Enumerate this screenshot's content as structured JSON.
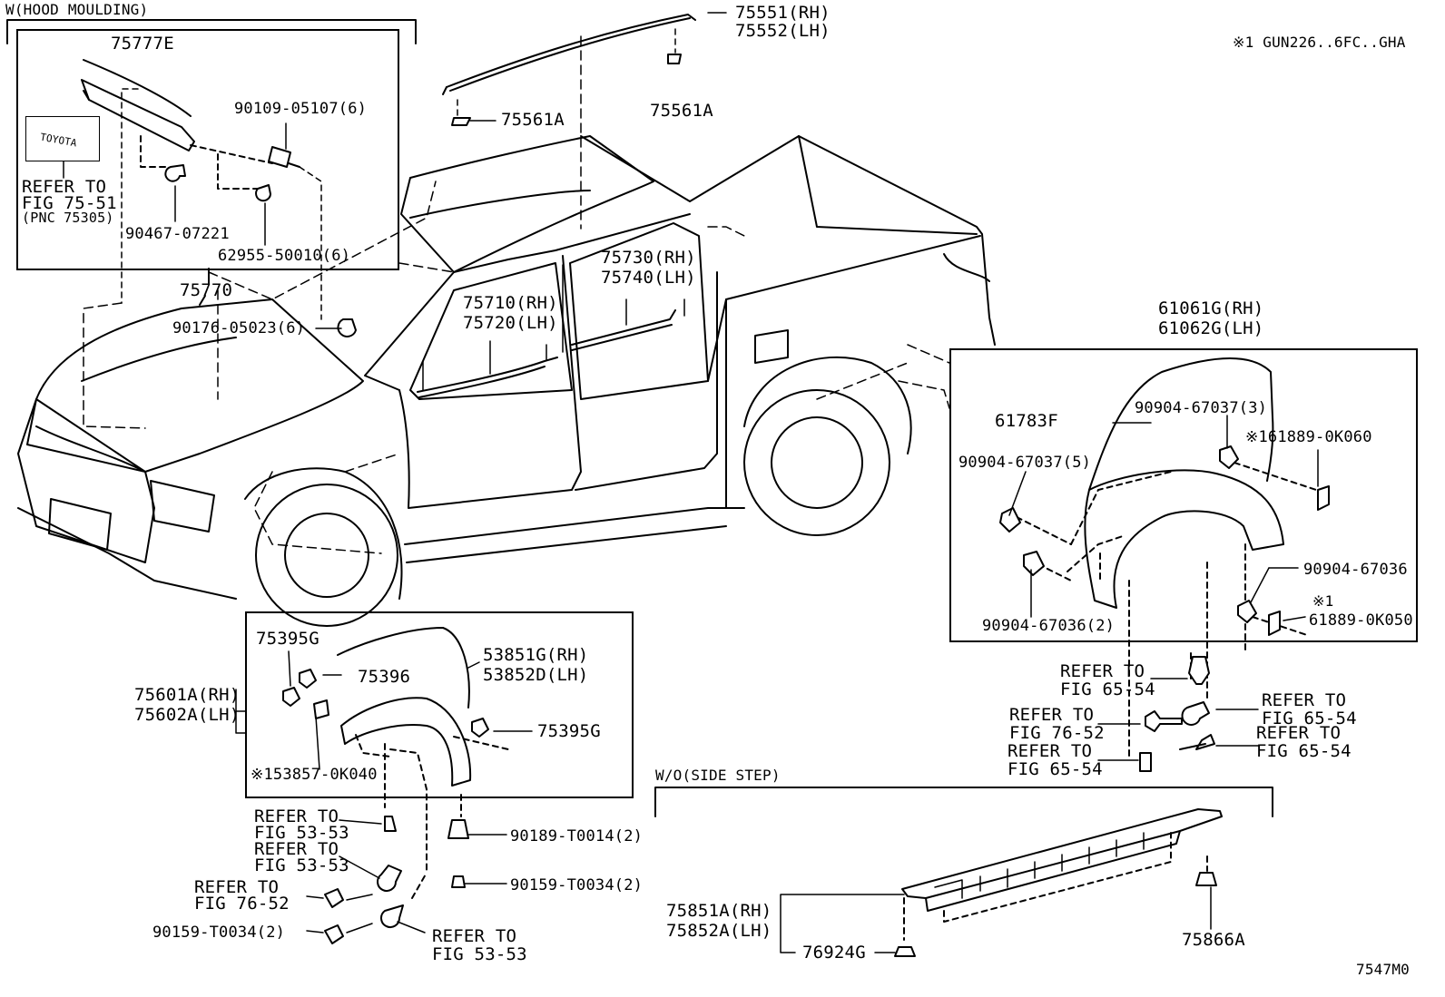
{
  "corner_note": "※1 GUN226..6FC..GHA",
  "figure_code": "7547M0",
  "groups": {
    "hood_moulding": "W(HOOD MOULDING)",
    "wo_side_step": "W/O(SIDE STEP)"
  },
  "hood_box": {
    "p75777E": "75777E",
    "p9010905107": "90109-05107(6)",
    "refer_to": "REFER TO",
    "fig": "FIG 75-51",
    "pnc": "(PNC 75305)",
    "p9046707221": "90467-07221",
    "p6295550010": "62955-50010(6)",
    "emblem_text": "TOYOTA"
  },
  "hood": {
    "p75770": "75770",
    "p9017605023": "90176-05023(6)"
  },
  "roof": {
    "rh": "75551(RH)",
    "lh": "75552(LH)",
    "clip_left": "75561A",
    "clip_right": "75561A"
  },
  "doors": {
    "front_rh": "75710(RH)",
    "front_lh": "75720(LH)",
    "rear_rh": "75730(RH)",
    "rear_lh": "75740(LH)"
  },
  "rear_flare": {
    "rh": "61061G(RH)",
    "lh": "61062G(LH)",
    "p61783F": "61783F",
    "p9090467037_3": "90904-67037(3)",
    "p6188900K060": "※161889-0K060",
    "p9090467037_5": "90904-67037(5)",
    "p9090467036": "90904-67036",
    "p9090467036_2": "90904-67036(2)",
    "mark1": "※1",
    "p6188900K050": "61889-0K050"
  },
  "rear_refs": {
    "r1_a": "REFER TO",
    "r1_b": "FIG 65-54",
    "r2_a": "REFER TO",
    "r2_b": "FIG 76-52",
    "r3_a": "REFER TO",
    "r3_b": "FIG 65-54",
    "r4_a": "REFER TO",
    "r4_b": "FIG 65-54",
    "r5_a": "REFER TO",
    "r5_b": "FIG 65-54"
  },
  "front_flare": {
    "p75395G_a": "75395G",
    "p75396": "75396",
    "rh": "75601A(RH)",
    "lh": "75602A(LH)",
    "p53851G": "53851G(RH)",
    "p53852D": "53852D(LH)",
    "p75395G_b": "75395G",
    "p1538570K040": "※153857-0K040"
  },
  "front_refs": {
    "a1": "REFER TO",
    "a2": "FIG 53-53",
    "b1": "REFER TO",
    "b2": "FIG 53-53",
    "c1": "REFER TO",
    "c2": "FIG 76-52",
    "p90159T0034_left": "90159-T0034(2)",
    "d1": "REFER TO",
    "d2": "FIG 53-53",
    "p90189T0014": "90189-T0014(2)",
    "p90159T0034_right": "90159-T0034(2)"
  },
  "side_step": {
    "rh": "75851A(RH)",
    "lh": "75852A(LH)",
    "p76924G": "76924G",
    "p75866A": "75866A"
  }
}
